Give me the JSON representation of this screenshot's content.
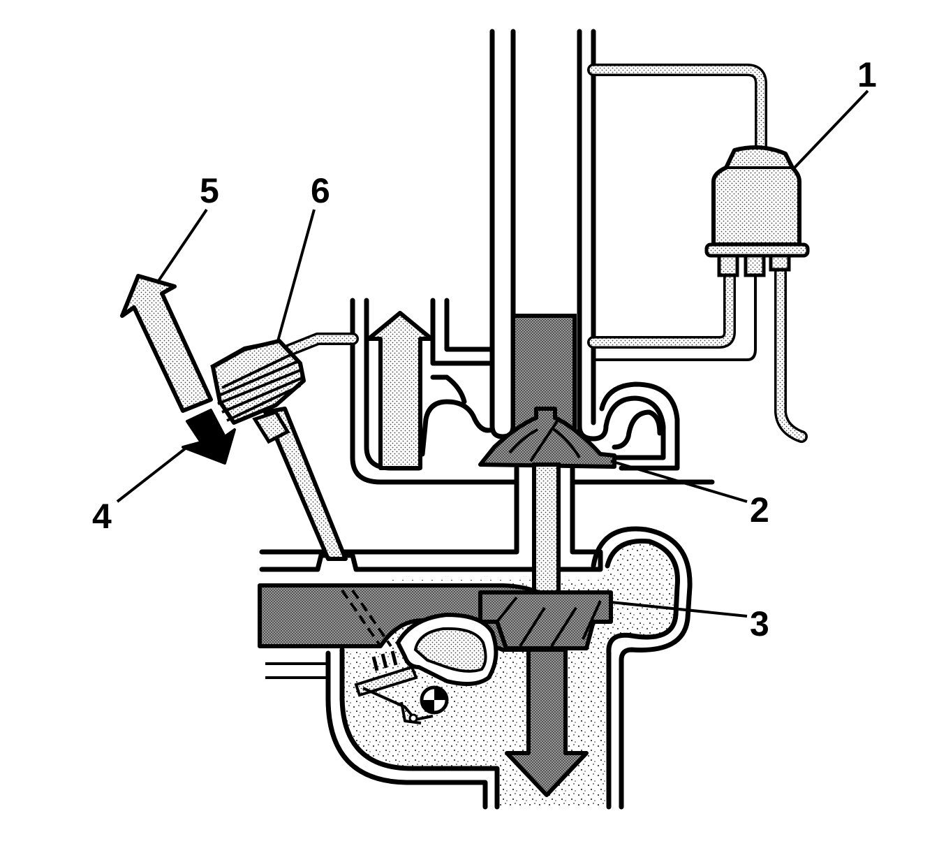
{
  "colors": {
    "outline": "#000000",
    "background": "#ffffff",
    "stipple_light": "#e6e6e6",
    "stipple_dark": "#7a7a7a",
    "solid_black": "#000000"
  },
  "callouts": [
    {
      "id": "1",
      "label": "1"
    },
    {
      "id": "2",
      "label": "2"
    },
    {
      "id": "3",
      "label": "3"
    },
    {
      "id": "4",
      "label": "4"
    },
    {
      "id": "5",
      "label": "5"
    },
    {
      "id": "6",
      "label": "6"
    }
  ]
}
